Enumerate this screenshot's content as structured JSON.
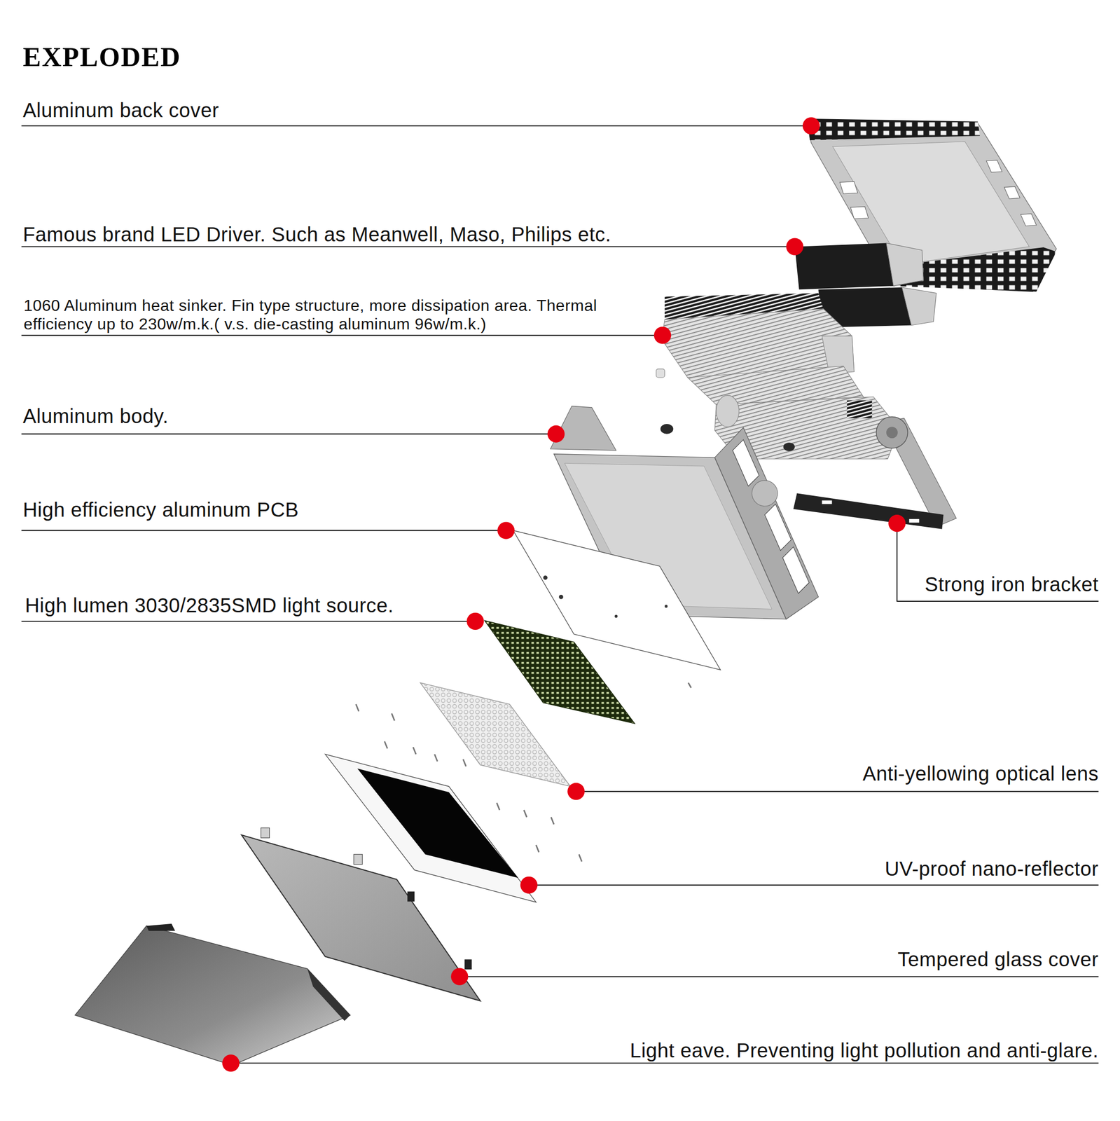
{
  "diagram": {
    "title": "EXPLODED",
    "labels": [
      "Aluminum back cover",
      "Famous brand LED Driver. Such as Meanwell, Maso, Philips etc.",
      "1060 Aluminum heat sinker. Fin type structure, more dissipation area. Thermal efficiency up to 230w/m.k.( v.s. die-casting aluminum 96w/m.k.)",
      "Aluminum body.",
      "High efficiency aluminum PCB",
      "Strong iron bracket",
      "High lumen 3030/2835SMD light source.",
      "Anti-yellowing optical lens",
      "UV-proof nano-reflector",
      "Tempered glass cover",
      "Light eave. Preventing light pollution and anti-glare."
    ]
  }
}
